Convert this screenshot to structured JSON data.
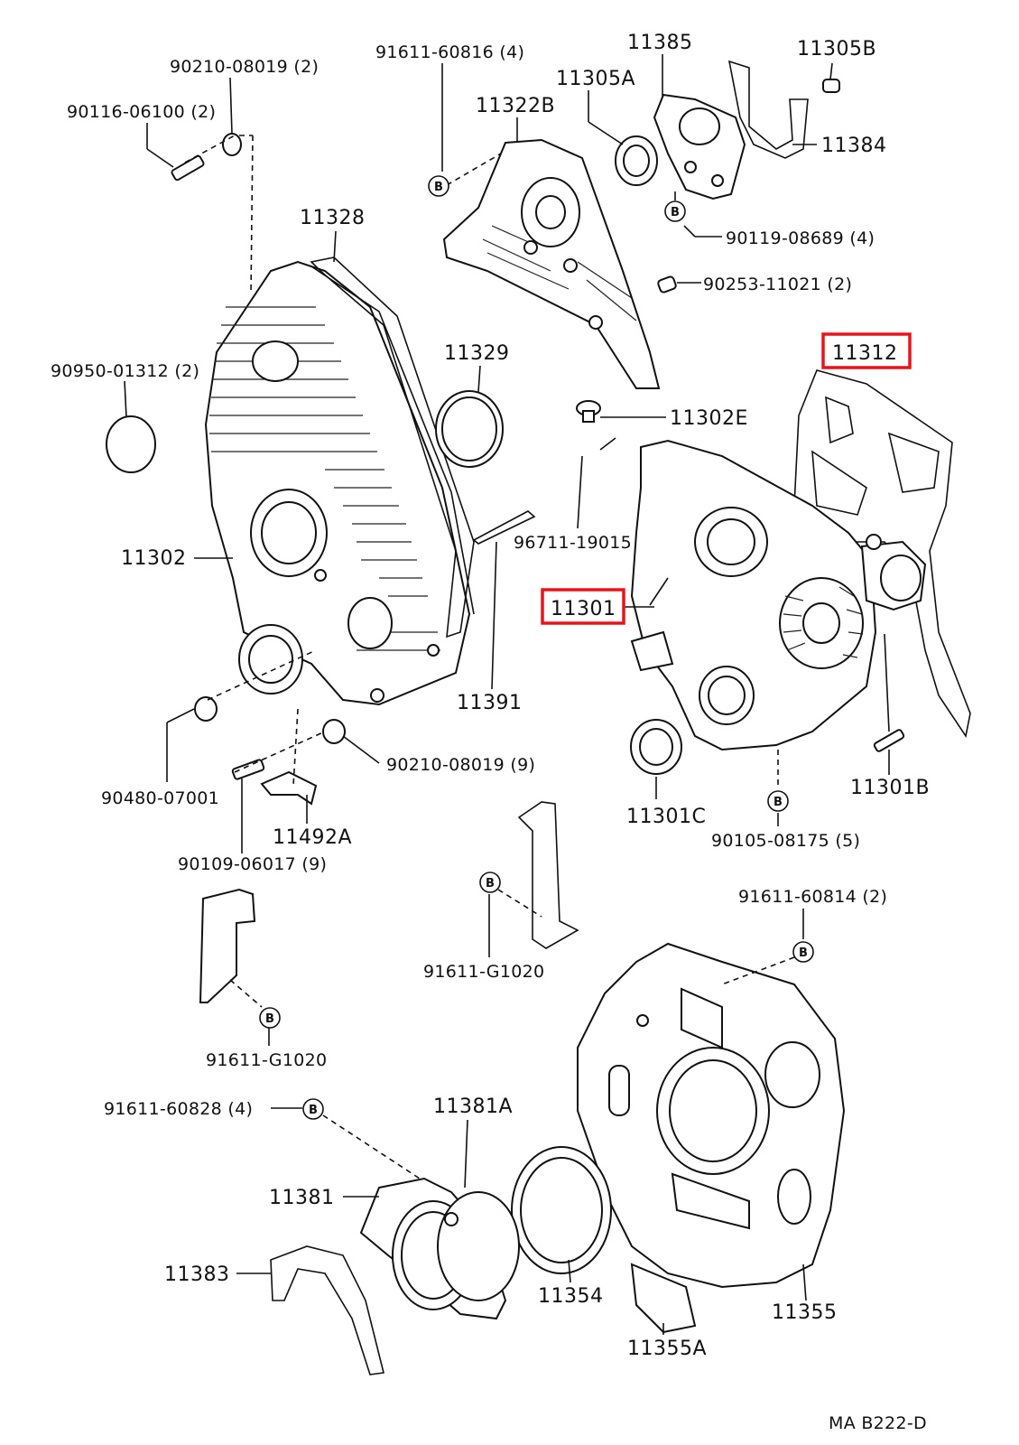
{
  "diagram_code": "MA  B222-D",
  "bolt_marker": "B",
  "highlighted_parts": [
    "11312",
    "11301"
  ],
  "callouts": [
    {
      "id": "c-11312",
      "text": "11312",
      "highlighted": true
    },
    {
      "id": "c-11301",
      "text": "11301",
      "highlighted": true
    },
    {
      "id": "c-90210-08019-2",
      "text": "90210-08019 (2)"
    },
    {
      "id": "c-90116-06100",
      "text": "90116-06100 (2)"
    },
    {
      "id": "c-91611-60816",
      "text": "91611-60816 (4)"
    },
    {
      "id": "c-11322b",
      "text": "11322B"
    },
    {
      "id": "c-11385",
      "text": "11385"
    },
    {
      "id": "c-11305a",
      "text": "11305A"
    },
    {
      "id": "c-11305b",
      "text": "11305B"
    },
    {
      "id": "c-11384",
      "text": "11384"
    },
    {
      "id": "c-90119-08689",
      "text": "90119-08689 (4)"
    },
    {
      "id": "c-90253-11021",
      "text": "90253-11021 (2)"
    },
    {
      "id": "c-11328",
      "text": "11328"
    },
    {
      "id": "c-90950-01312",
      "text": "90950-01312 (2)"
    },
    {
      "id": "c-11329",
      "text": "11329"
    },
    {
      "id": "c-11302e",
      "text": "11302E"
    },
    {
      "id": "c-96711-19015",
      "text": "96711-19015"
    },
    {
      "id": "c-11302",
      "text": "11302"
    },
    {
      "id": "c-11391",
      "text": "11391"
    },
    {
      "id": "c-90480-07001",
      "text": "90480-07001"
    },
    {
      "id": "c-90210-08019-9",
      "text": "90210-08019 (9)"
    },
    {
      "id": "c-11492a",
      "text": "11492A"
    },
    {
      "id": "c-90109-06017",
      "text": "90109-06017 (9)"
    },
    {
      "id": "c-11301c",
      "text": "11301C"
    },
    {
      "id": "c-11301b",
      "text": "11301B"
    },
    {
      "id": "c-90105-08175",
      "text": "90105-08175 (5)"
    },
    {
      "id": "c-91611-60814",
      "text": "91611-60814 (2)"
    },
    {
      "id": "c-91611-g1020-a",
      "text": "91611-G1020"
    },
    {
      "id": "c-91611-g1020-b",
      "text": "91611-G1020"
    },
    {
      "id": "c-91611-60828",
      "text": "91611-60828 (4)"
    },
    {
      "id": "c-11381a",
      "text": "11381A"
    },
    {
      "id": "c-11381",
      "text": "11381"
    },
    {
      "id": "c-11383",
      "text": "11383"
    },
    {
      "id": "c-11354",
      "text": "11354"
    },
    {
      "id": "c-11355a",
      "text": "11355A"
    },
    {
      "id": "c-11355",
      "text": "11355"
    }
  ]
}
